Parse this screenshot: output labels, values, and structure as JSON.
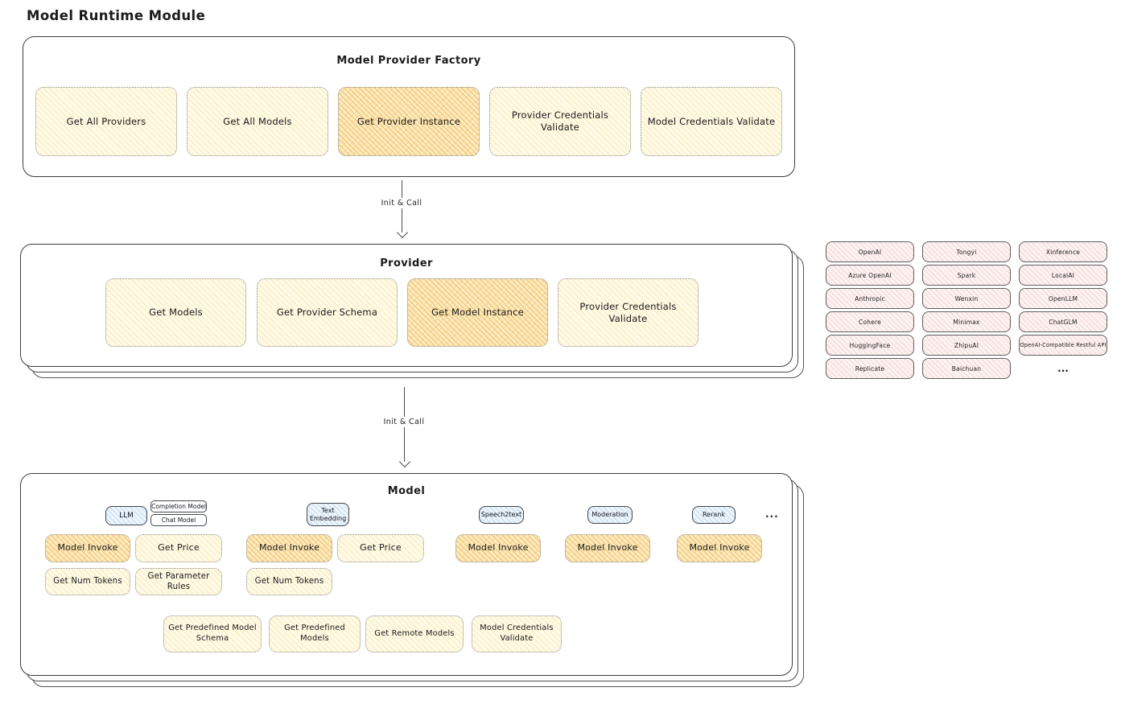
{
  "page_title": "Model Runtime Module",
  "colors": {
    "accent_yellow": "#FEFAE6",
    "accent_orange": "#FBECC2",
    "accent_blue": "#EDF5FC",
    "accent_pink": "#FDF2F2",
    "border_dark": "#3c3c3c"
  },
  "factory": {
    "title": "Model Provider Factory",
    "buttons": [
      "Get All Providers",
      "Get All Models",
      "Get Provider Instance",
      "Provider Credentials Validate",
      "Model Credentials Validate"
    ]
  },
  "arrows": {
    "init_call_1": "Init & Call",
    "init_call_2": "Init & Call"
  },
  "provider": {
    "title": "Provider",
    "buttons": [
      "Get Models",
      "Get Provider Schema",
      "Get Model Instance",
      "Provider Credentials Validate"
    ]
  },
  "provider_grid": {
    "items": [
      "OpenAI",
      "Tongyi",
      "Xinference",
      "Azure OpenAI",
      "Spark",
      "LocalAI",
      "Anthropic",
      "Wenxin",
      "OpenLLM",
      "Cohere",
      "Minimax",
      "ChatGLM",
      "HuggingFace",
      "ZhipuAI",
      "OpenAI-Compatible Restful API",
      "Replicate",
      "Baichuan"
    ],
    "more": "..."
  },
  "model": {
    "title": "Model",
    "model_types": [
      "LLM",
      "Completion Model",
      "Chat Model",
      "Text Embedding",
      "Speech2text",
      "Moderation",
      "Rerank"
    ],
    "more": "...",
    "llm_group": {
      "buttons": [
        "Model Invoke",
        "Get Price",
        "Get Num Tokens",
        "Get Parameter Rules"
      ]
    },
    "text_embedding_group": {
      "buttons": [
        "Model Invoke",
        "Get Price",
        "Get Num Tokens"
      ]
    },
    "speech2text_group": {
      "buttons": [
        "Model Invoke"
      ]
    },
    "moderation_group": {
      "buttons": [
        "Model Invoke"
      ]
    },
    "rerank_group": {
      "buttons": [
        "Model Invoke"
      ]
    },
    "bottom_buttons": [
      "Get Predefined Model Schema",
      "Get Predefined Models",
      "Get Remote Models",
      "Model Credentials Validate"
    ]
  }
}
